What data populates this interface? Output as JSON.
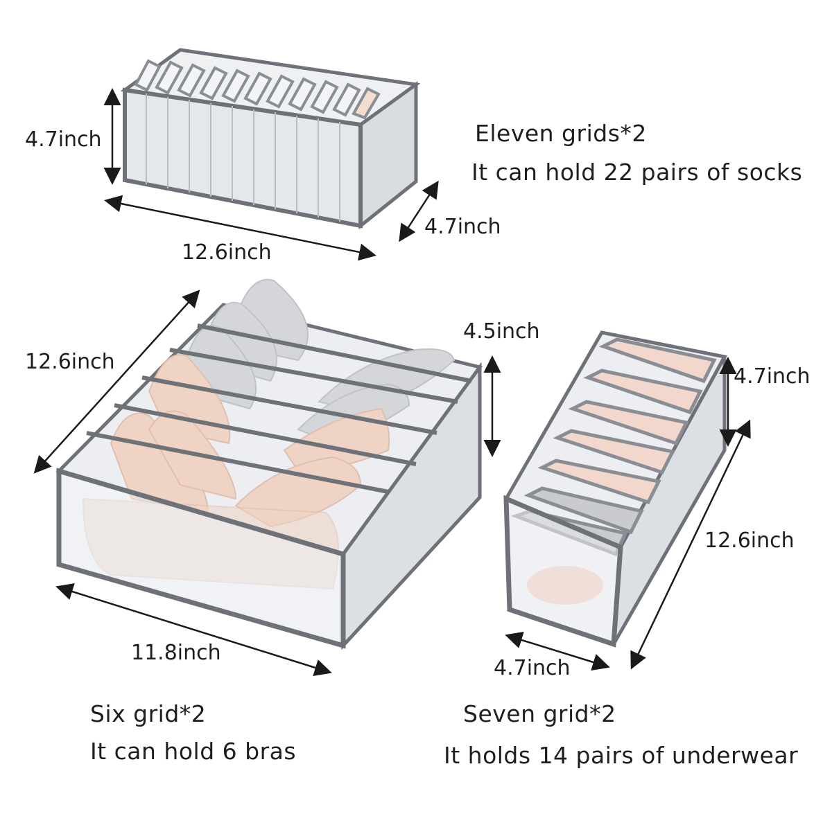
{
  "image": {
    "subject": "Three mesh drawer organizer boxes with dimensions and capacity captions"
  },
  "colors": {
    "background": "#ffffff",
    "frame_trim": "#6e7177",
    "mesh_fill": "#e6e8ec",
    "bra_pink": "#efd3c4",
    "bra_grey": "#d4d6da",
    "text": "#1e1e1e"
  },
  "organizers": {
    "eleven_grid": {
      "height_label": "4.7inch",
      "length_label": "12.6inch",
      "width_label": "4.7inch",
      "caption_title": "Eleven grids*2",
      "caption_detail": "It can hold 22 pairs of socks"
    },
    "six_grid": {
      "depth_label": "12.6inch",
      "height_label": "4.5inch",
      "width_label": "11.8inch",
      "caption_title": "Six grid*2",
      "caption_detail": "It can hold 6 bras"
    },
    "seven_grid": {
      "height_label": "4.7inch",
      "length_label": "12.6inch",
      "width_label": "4.7inch",
      "caption_title": "Seven grid*2",
      "caption_detail": "It holds 14 pairs of underwear"
    }
  }
}
